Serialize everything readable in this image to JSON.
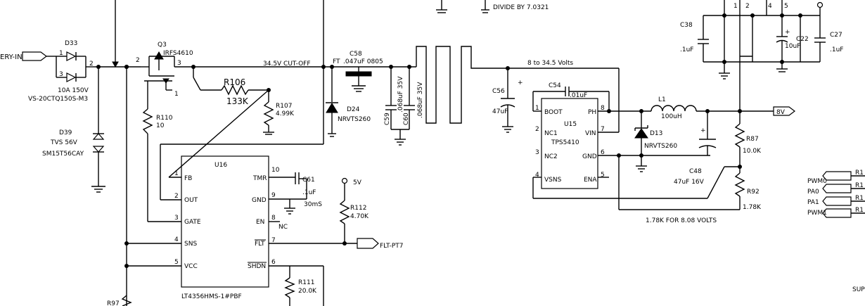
{
  "nets": {
    "battery_in": "ERY-IN",
    "cutoff": "34.5V CUT-OFF",
    "range": "8  to 34.5 Volts",
    "out_8v": "8V",
    "flt": "FLT-PT7",
    "v5": "5V",
    "divide": "DIVIDE BY 7.0321",
    "set_note": "1.78K FOR 8.08 VOLTS",
    "sup": "SUP",
    "pwm0": "PWM0",
    "pa0": "PA0",
    "pa1": "PA1",
    "pwm1": "PWM1",
    "r_edge": "R1",
    "ft": "FT"
  },
  "parts": {
    "d33": {
      "ref": "D33",
      "value": "10A 150V",
      "part": "VS-20CTQ150S-M3",
      "pin1": "1",
      "pin2": "2",
      "pin3": "3"
    },
    "d39": {
      "ref": "D39",
      "value": "TVS 56V",
      "part": "SM15T56CAY"
    },
    "q3": {
      "ref": "Q3",
      "part": "IRFS4610",
      "pin1": "1",
      "pin2": "2",
      "pin3": "3"
    },
    "r110": {
      "ref": "R110",
      "value": "10"
    },
    "r106": {
      "ref": "R106",
      "value": "133K"
    },
    "r107": {
      "ref": "R107",
      "value": "4.99K"
    },
    "c58": {
      "ref": "C58",
      "value": ".047uF 0805"
    },
    "d24": {
      "ref": "D24",
      "part": "NRVTS260"
    },
    "c59": {
      "ref": "C59",
      "value": ".068uF 35V"
    },
    "c60": {
      "ref": "C60",
      "value": ".068uF 35V"
    },
    "c56": {
      "ref": "C56",
      "value": "47uF",
      "pol": "+"
    },
    "c54": {
      "ref": "C54",
      "value": ".01uF"
    },
    "u15": {
      "ref": "U15",
      "part": "TPS5410",
      "pins": [
        {
          "num": "1",
          "name": "BOOT"
        },
        {
          "num": "2",
          "name": "NC1"
        },
        {
          "num": "3",
          "name": "NC2"
        },
        {
          "num": "4",
          "name": "VSNS"
        },
        {
          "num": "8",
          "name": "PH"
        },
        {
          "num": "7",
          "name": "VIN"
        },
        {
          "num": "6",
          "name": "GND"
        },
        {
          "num": "5",
          "name": "ENA"
        }
      ]
    },
    "l1": {
      "ref": "L1",
      "value": "100uH"
    },
    "d13": {
      "ref": "D13",
      "part": "NRVTS260"
    },
    "c48": {
      "ref": "C48",
      "value": "47uF 16V",
      "pol": "+"
    },
    "r87": {
      "ref": "R87",
      "value": "10.0K"
    },
    "r92": {
      "ref": "R92",
      "value": "1.78K"
    },
    "u16": {
      "ref": "U16",
      "part": "LT4356HMS-1#PBF",
      "pins": [
        {
          "num": "1",
          "name": "FB"
        },
        {
          "num": "2",
          "name": "OUT"
        },
        {
          "num": "3",
          "name": "GATE"
        },
        {
          "num": "4",
          "name": "SNS"
        },
        {
          "num": "5",
          "name": "VCC"
        },
        {
          "num": "10",
          "name": "TMR"
        },
        {
          "num": "9",
          "name": "GND"
        },
        {
          "num": "8",
          "name": "EN"
        },
        {
          "num": "7",
          "name": "FLT"
        },
        {
          "num": "6",
          "name": "SHDN"
        }
      ],
      "nc": "NC"
    },
    "c61": {
      "ref": "C61",
      "value": ".1uF",
      "note": "30mS"
    },
    "r112": {
      "ref": "R112",
      "value": "4.70K"
    },
    "r111": {
      "ref": "R111",
      "value": "20.0K"
    },
    "r97": {
      "ref": "R97"
    },
    "c38": {
      "ref": "C38",
      "value": ".1uF"
    },
    "c22": {
      "ref": "C22",
      "value": "10uF",
      "pol": "+"
    },
    "c27": {
      "ref": "C27",
      "value": ".1uF"
    },
    "conn_pins": [
      "1",
      "2",
      "4",
      "5"
    ],
    "partial_top": "..."
  }
}
